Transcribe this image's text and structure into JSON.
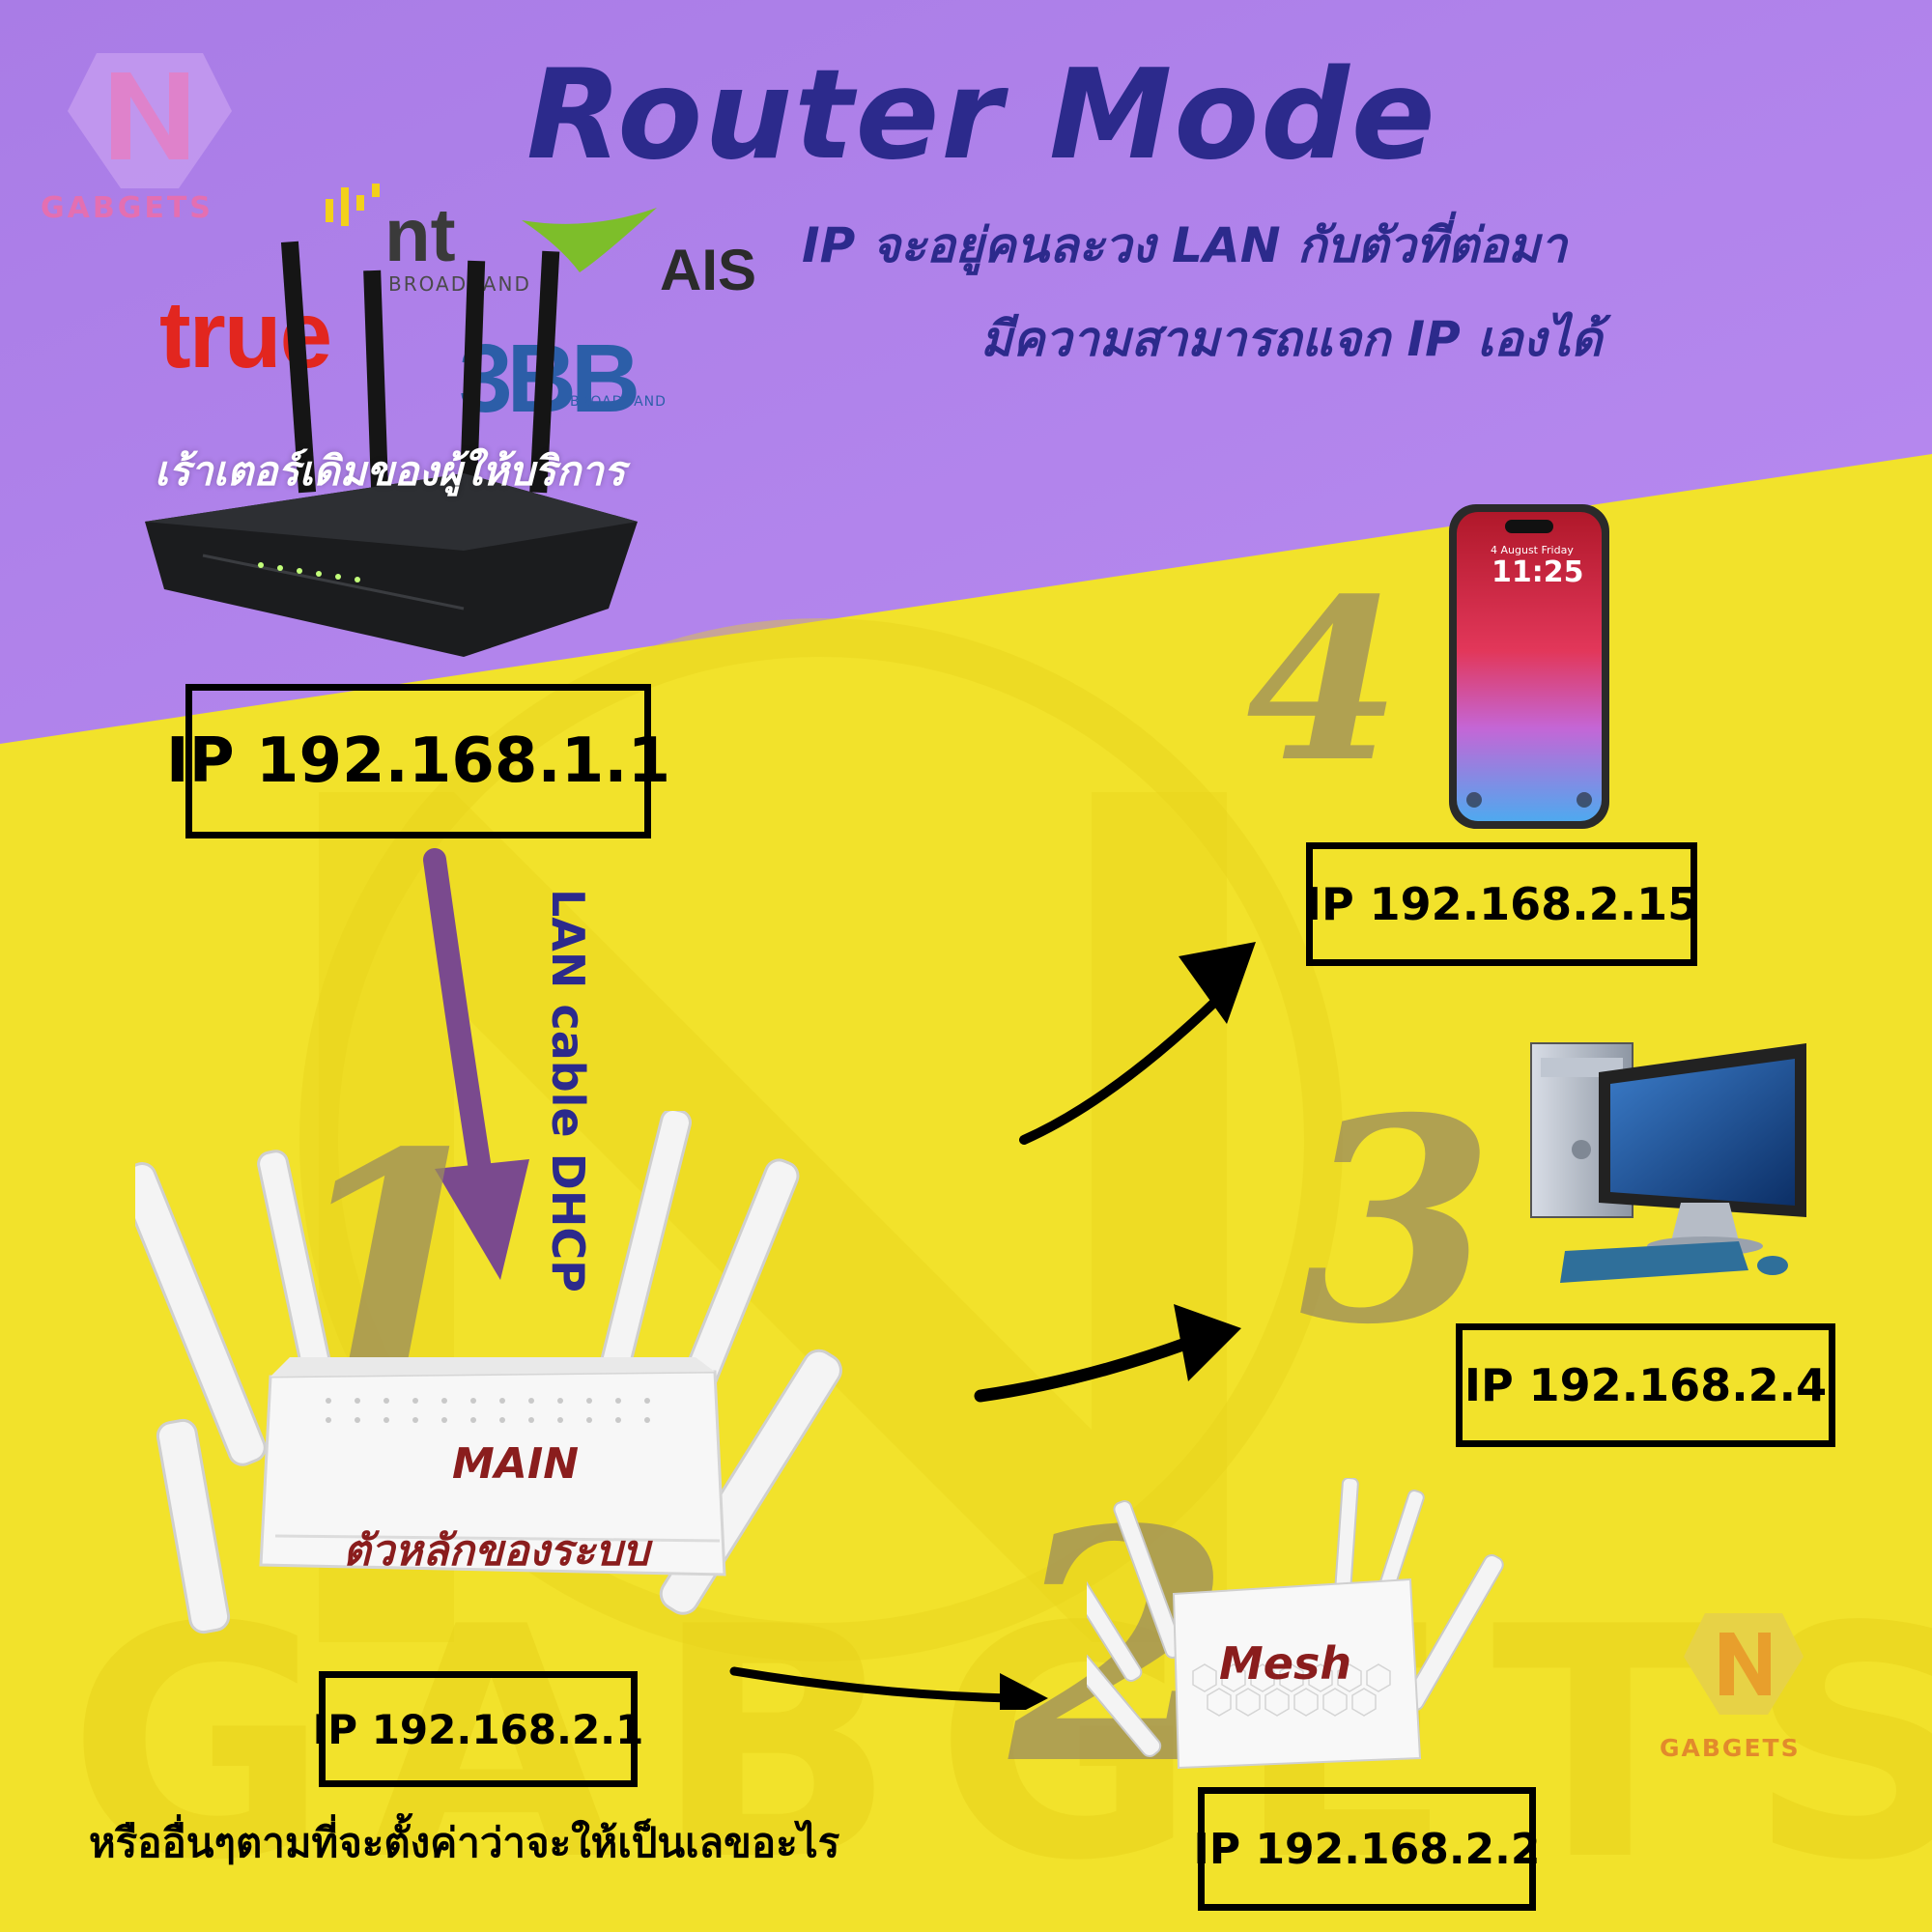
{
  "title": "Router Mode",
  "subtitle_line1": "IP จะอยู่คนละวง LAN กับตัวที่ต่อมา",
  "subtitle_line2": "มีความสามารถแจก IP เองได้",
  "brand_logo_text": "GABGETS",
  "isp_logos": [
    "true",
    "nt",
    "BROADBAND",
    "AIS",
    "3BB",
    "BROADBAND"
  ],
  "isp_router_label": "เร้าเตอร์เดิมของผู้ให้บริการ",
  "isp_router_ip": "IP 192.168.1.1",
  "cable_label": "LAN cable DHCP",
  "main_router": {
    "number": "1",
    "label_en": "MAIN",
    "label_th": "ตัวหลักของระบบ",
    "ip": "IP 192.168.2.1",
    "note": "หรืออื่นๆตามที่จะตั้งค่าว่าจะให้เป็นเลขอะไร"
  },
  "mesh_router": {
    "number": "2",
    "label": "Mesh",
    "ip": "IP 192.168.2.2"
  },
  "computer": {
    "number": "3",
    "ip": "IP 192.168.2.4"
  },
  "phone": {
    "number": "4",
    "ip": "IP 192.168.2.15",
    "date": "4 August Friday",
    "time": "11:25"
  },
  "colors": {
    "purple_bg": "#b07ee8",
    "yellow_bg": "#f2e12a",
    "title": "#2c2a8c",
    "box_border": "#000000",
    "arrow_purple": "#7a4a8e",
    "label_red": "#8a1d1d"
  }
}
